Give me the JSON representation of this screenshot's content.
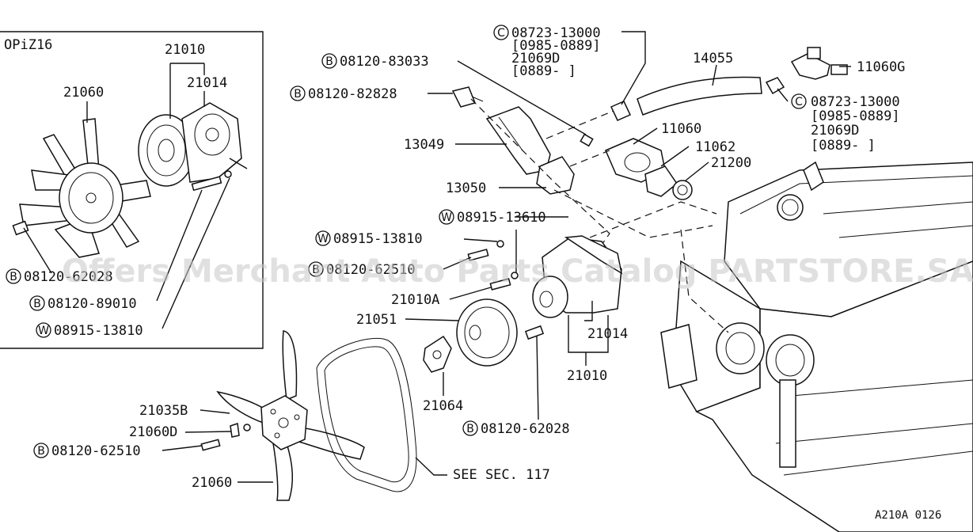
{
  "inset": {
    "title": "OPiZ16",
    "labels": {
      "p21010": "21010",
      "p21014": "21014",
      "p21060": "21060",
      "b1": "08120-62028",
      "b2": "08120-89010",
      "w1": "08915-13810"
    },
    "prefixes": {
      "b": "B",
      "w": "W"
    }
  },
  "main": {
    "c1_code": "08723-13000",
    "c1_range1": "[0985-0889]",
    "c1_alt": "21069D",
    "c1_range2": "[0889-     ]",
    "b_83033": "08120-83033",
    "b_82828": "08120-82828",
    "p14055": "14055",
    "p11060G": "11060G",
    "c2_code": "08723-13000",
    "c2_range1": "[0985-0889]",
    "c2_alt": "21069D",
    "c2_range2": "[0889-     ]",
    "p11060": "11060",
    "p13049": "13049",
    "p11062": "11062",
    "p21200": "21200",
    "p13050": "13050",
    "w_13610": "08915-13610",
    "w_13810": "08915-13810",
    "b_62510_top": "08120-62510",
    "p21010A": "21010A",
    "p21051": "21051",
    "p21014": "21014",
    "p21010": "21010",
    "p21064": "21064",
    "b_62028": "08120-62028",
    "p21035B": "21035B",
    "p21060D": "21060D",
    "b_62510": "08120-62510",
    "p21060": "21060",
    "see_sec": "SEE SEC. 117",
    "prefixes": {
      "b": "B",
      "c": "C",
      "w": "W"
    }
  },
  "footer": {
    "code": "A210A 0126"
  },
  "watermark": "Offers Merchant Auto Parts Catalog PARTSTORE.SA"
}
